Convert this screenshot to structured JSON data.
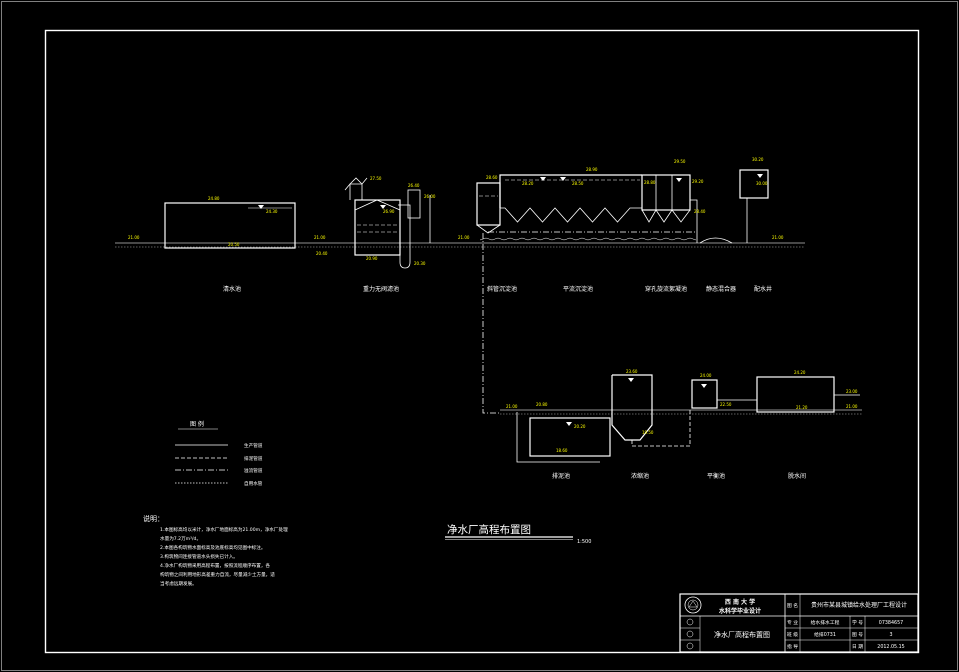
{
  "colors": {
    "background": "#000000",
    "line": "#ffffff",
    "elevation_text": "#ffff00"
  },
  "drawing": {
    "title": "净水厂高程布置图",
    "scale": "1:500",
    "structures_top": [
      "清水池",
      "重力无阀滤池",
      "斜管沉淀池",
      "平流沉淀池",
      "穿孔旋流絮凝池",
      "静态混合器",
      "配水井"
    ],
    "structures_bottom": [
      "排泥池",
      "浓缩池",
      "平衡池",
      "脱水间"
    ],
    "elevations": [
      "21.00",
      "24.80",
      "24.30",
      "20.50",
      "21.00",
      "20.40",
      "27.50",
      "26.90",
      "20.90",
      "20.30",
      "26.40",
      "26.00",
      "21.00",
      "28.60",
      "28.20",
      "28.90",
      "28.50",
      "28.80",
      "29.50",
      "29.20",
      "28.40",
      "30.20",
      "30.00",
      "21.00",
      "21.00",
      "20.80",
      "20.20",
      "18.60",
      "23.60",
      "19.50",
      "24.00",
      "22.50",
      "24.20",
      "21.20",
      "23.00",
      "21.00"
    ]
  },
  "legend": {
    "title": "图 例",
    "items": [
      "生产管道",
      "排泥管道",
      "溢流管道",
      "自用水管"
    ]
  },
  "notes": {
    "title": "说明：",
    "lines": [
      "1.本图标高均以米计，净水厂地面标高为21.00m，净水厂处理",
      "水量为7.2万m³/d。",
      "2.本图各构筑物水面标高及池底标高均见图中标注。",
      "3.构筑物间连接管道水头损失已计入。",
      "4.净水厂构筑物采用高程布置，按照流程顺序布置，各",
      "构筑物之间利用地形高差重力自流，尽量减少土方量，适",
      "当考虑远期发展。"
    ]
  },
  "title_block": {
    "school": "西 南 大 学",
    "subtitle": "水科学毕业设计",
    "drawing_name_label": "图 名",
    "project_name": "贵州市某县城镇给水处理厂工程设计",
    "sheet_title": "净水厂高程布置图",
    "rows": [
      [
        "专 业",
        "给水排水工程",
        "学 号",
        "07384657"
      ],
      [
        "班 级",
        "给排0731",
        "图 号",
        "3"
      ],
      [
        "指 导",
        "",
        "日 期",
        "2012.05.15"
      ]
    ]
  }
}
